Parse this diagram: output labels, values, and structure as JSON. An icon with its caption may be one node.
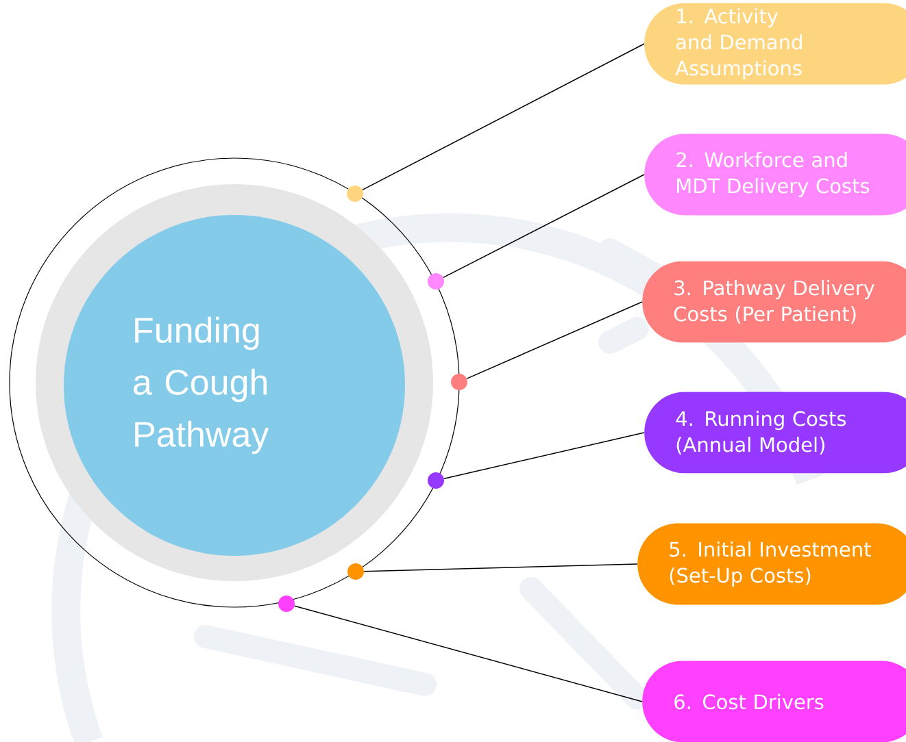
{
  "diagram": {
    "nodes": [
      {
        "text": [
          "Funding a Cough Pathway"
        ]
      },
      {
        "text": [
          "1. Activity and Demand Assumptions"
        ]
      },
      {
        "text": [
          "2. Workforce and MDT Delivery Costs"
        ]
      },
      {
        "text": [
          "3. Pathway Delivery Costs (Per Patient)"
        ]
      },
      {
        "text": [
          "4. Running Costs (Annual Model)"
        ]
      },
      {
        "text": [
          "5. Initial Investment (Set-Up Costs)"
        ]
      },
      {
        "text": [
          "6. Cost Drivers"
        ]
      },
      {
        "text": [],
        "shape": "circle"
      },
      {
        "text": [],
        "shape": "circle"
      },
      {
        "text": [],
        "shape": "circle"
      },
      {
        "text": [],
        "shape": "circle"
      },
      {
        "text": [],
        "shape": "circle"
      },
      {
        "text": [],
        "shape": "circle"
      }
    ],
    "edges": [
      {
        "from": 7,
        "to": 1,
        "arrow": "none"
      },
      {
        "from": 8,
        "to": 2,
        "arrow": "none"
      },
      {
        "from": 9,
        "to": 3,
        "arrow": "none"
      },
      {
        "from": 10,
        "to": 4,
        "arrow": "none"
      },
      {
        "from": 11,
        "to": 5,
        "arrow": "none"
      },
      {
        "from": 12,
        "to": 6,
        "arrow": "none"
      }
    ]
  }
}
